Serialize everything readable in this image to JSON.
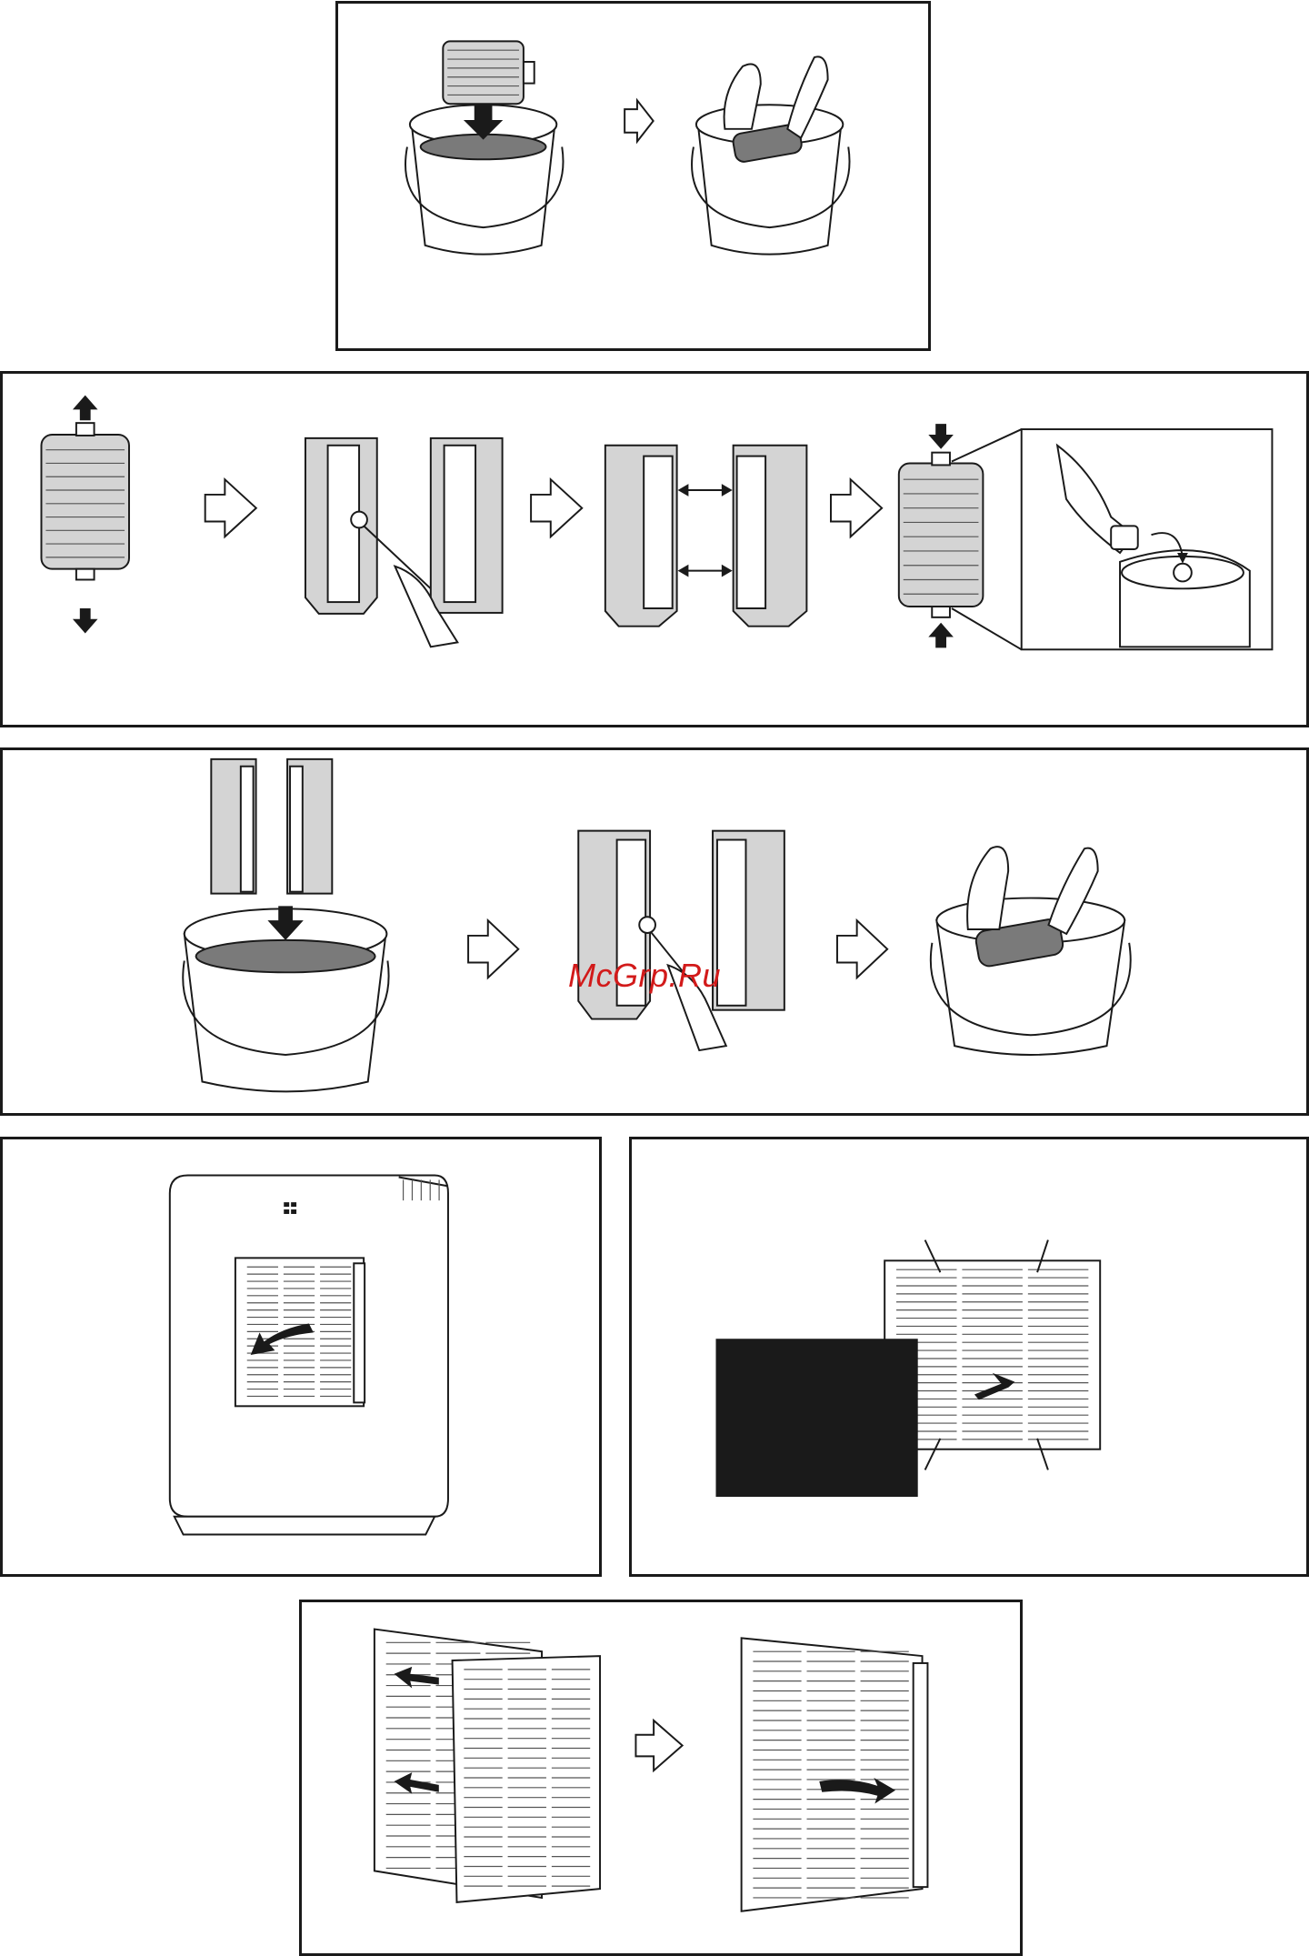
{
  "watermark": {
    "text": "McGrp.Ru",
    "color": "#d21a1a"
  },
  "panels": [
    {
      "name": "panel-soak-filter"
    },
    {
      "name": "panel-disassemble-clean-reassemble"
    },
    {
      "name": "panel-soak-halves-brush-rinse"
    },
    {
      "name": "panel-remove-front-grille"
    },
    {
      "name": "panel-remove-carbon-prefilter"
    },
    {
      "name": "panel-reattach-grille"
    }
  ],
  "icons": [
    "down-arrow-icon",
    "up-arrow-icon",
    "process-arrow-icon",
    "double-arrow-icon",
    "curved-arrow-icon"
  ],
  "colors": {
    "line": "#1a1a1a",
    "water": "#7a7a7a",
    "filter": "#d4d4d4",
    "prefilter": "#1a1a1a"
  }
}
